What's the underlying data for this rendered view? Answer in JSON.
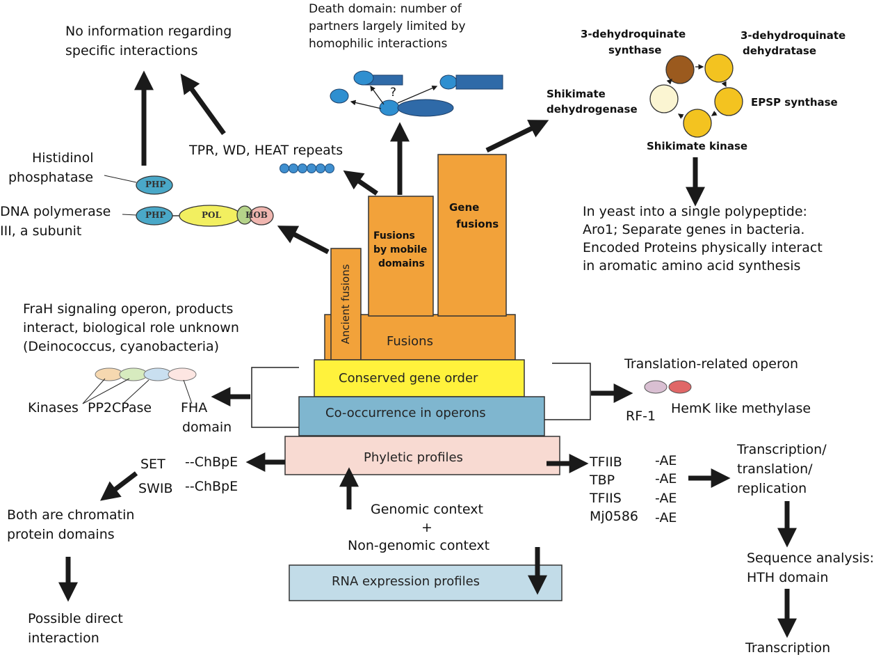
{
  "colors": {
    "fusion": "#f2a23a",
    "conserved": "#fff23c",
    "cooccurrence": "#7fb6cf",
    "phyletic": "#f8dad2",
    "rna": "#c2dce8",
    "php": "#4aa8c8",
    "pol": "#f2ef60",
    "arrow": "#1a1a1a"
  },
  "top_left": {
    "no_info_line1": "No information regarding",
    "no_info_line2": "specific interactions",
    "histidinol_line1": "Histidinol",
    "histidinol_line2": "phosphatase",
    "dnapol_line1": "DNA polymerase",
    "dnapol_line2": "III, a subunit",
    "tpr": "TPR, WD, HEAT repeats"
  },
  "domains": {
    "php": "PHP",
    "pol": "POL",
    "hob": "HOB"
  },
  "death": {
    "line1": "Death domain: number of",
    "line2": "partners largely limited by",
    "line3": "homophilic interactions",
    "question": "?"
  },
  "shikimate": {
    "dhq_synthase_line1": "3-dehydroquinate",
    "dhq_synthase_line2": "synthase",
    "dhq_dehydratase_line1": "3-dehydroquinate",
    "dhq_dehydratase_line2": "dehydratase",
    "shik_dehydrogenase_line1": "Shikimate",
    "shik_dehydrogenase_line2": "dehydrogenase",
    "epsp": "EPSP synthase",
    "shik_kinase": "Shikimate kinase",
    "yeast_line1": "In yeast into a single polypeptide:",
    "yeast_line2": "Aro1; Separate genes in bacteria.",
    "yeast_line3": "Encoded Proteins physically interact",
    "yeast_line4": "in aromatic amino acid synthesis"
  },
  "pyramid": {
    "ancient": "Ancient fusions",
    "mobile_line1": "Fusions",
    "mobile_line2": "by mobile",
    "mobile_line3": "domains",
    "gene_line1": "Gene",
    "gene_line2": "fusions",
    "fusions": "Fusions",
    "conserved": "Conserved gene order",
    "cooccurrence": "Co-occurrence in operons",
    "phyletic": "Phyletic profiles",
    "rna": "RNA expression profiles"
  },
  "frah": {
    "line1": "FraH signaling operon, products",
    "line2": "interact, biological role unknown",
    "line3": "(Deinococcus, cyanobacteria)",
    "kinases": "Kinases",
    "pp2c": "PP2CPase",
    "fha_line1": "FHA",
    "fha_line2": "domain"
  },
  "translation": {
    "title": "Translation-related operon",
    "rf1": "RF-1",
    "hemk": "HemK like methylase"
  },
  "chromatin": {
    "set": "SET",
    "swib": "SWIB",
    "chbpe1": "--ChBpE",
    "chbpe2": "--ChBpE",
    "both_line1": "Both are chromatin",
    "both_line2": "protein domains",
    "possible_line1": "Possible direct",
    "possible_line2": "interaction"
  },
  "archaea": {
    "tfiib": "TFIIB",
    "tbp": "TBP",
    "tfiis": "TFIIS",
    "mj": "Mj0586",
    "ae1": "-AE",
    "ae2": "-AE",
    "ae3": "-AE",
    "ae4": "-AE",
    "ttr_line1": "Transcription/",
    "ttr_line2": "translation/",
    "ttr_line3": "replication",
    "seq_line1": "Sequence analysis:",
    "seq_line2": "HTH domain",
    "transcription": "Transcription"
  },
  "context": {
    "genomic": "Genomic context",
    "plus": "+",
    "nongenomic": "Non-genomic context"
  }
}
